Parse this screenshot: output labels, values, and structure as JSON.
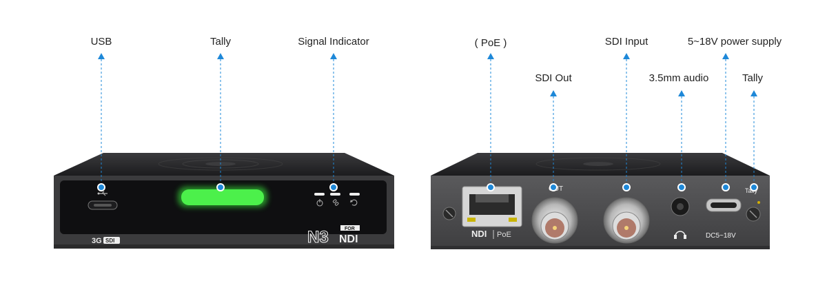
{
  "callouts": {
    "usb": "USB",
    "tally_front": "Tally",
    "signal_indicator": "Signal Indicator",
    "poe": "( PoE )",
    "sdi_out": "SDI Out",
    "sdi_input": "SDI Input",
    "audio": "3.5mm audio",
    "power": "5~18V power supply",
    "tally_rear": "Tally"
  },
  "front_panel": {
    "badge_3g": "3G",
    "badge_sdi": "SDI",
    "logo_n3": "N3",
    "logo_for": "FOR",
    "logo_ndi": "NDI",
    "tally_color": "#39e83a"
  },
  "rear_panel": {
    "ndi_poe_ndi": "NDI",
    "ndi_poe_poe": "PoE",
    "out_label": "OUT",
    "tally_label": "Tally",
    "dc_label": "DC5~18V"
  },
  "colors": {
    "dot": "#1e88d8",
    "body_dark": "#2b2b2d",
    "panel": "#0e0e10",
    "rear_panel": "#4a4a4c"
  }
}
